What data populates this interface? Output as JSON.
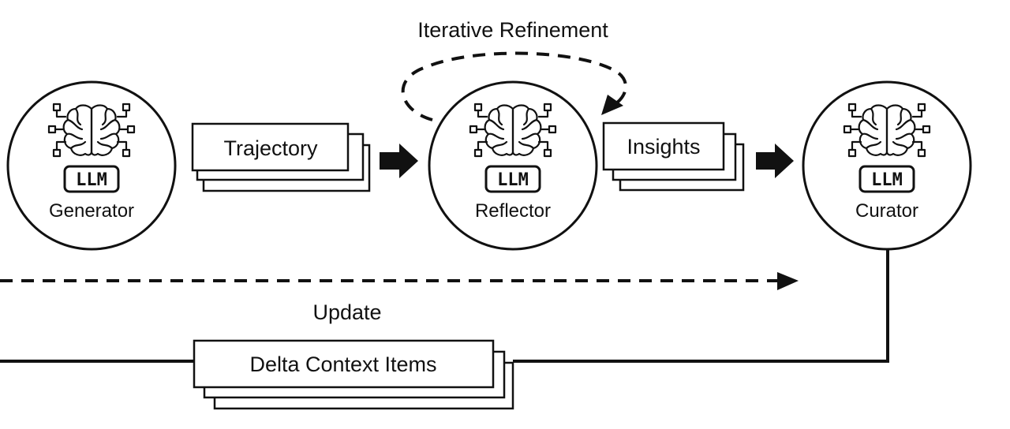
{
  "title": "Iterative Refinement",
  "nodes": {
    "generator": {
      "label": "Generator",
      "badge": "LLM",
      "icon": "brain-circuit-icon"
    },
    "reflector": {
      "label": "Reflector",
      "badge": "LLM",
      "icon": "brain-circuit-icon"
    },
    "curator": {
      "label": "Curator",
      "badge": "LLM",
      "icon": "brain-circuit-icon"
    }
  },
  "cards": {
    "trajectory": "Trajectory",
    "insights": "Insights",
    "delta": "Delta Context Items"
  },
  "update_label": "Update",
  "colors": {
    "stroke": "#111111",
    "background": "#ffffff"
  }
}
